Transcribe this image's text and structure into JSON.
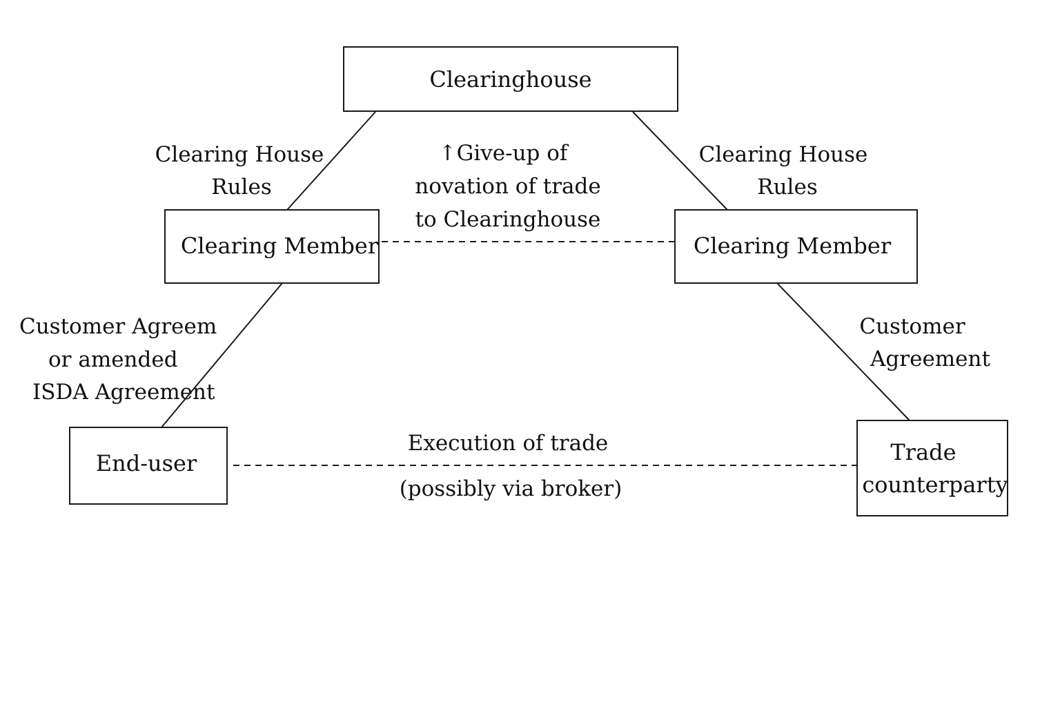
{
  "nodes": {
    "clearinghouse": {
      "label": "Clearinghouse"
    },
    "member_left": {
      "label": "Clearing Member"
    },
    "member_right": {
      "label": "Clearing Member"
    },
    "end_user": {
      "label": "End-user"
    },
    "counterparty": {
      "label_lines": [
        "Trade",
        "counterparty"
      ]
    }
  },
  "edges": {
    "rules_left": {
      "lines": [
        "Clearing House",
        "Rules"
      ]
    },
    "rules_right": {
      "lines": [
        "Clearing House",
        "Rules"
      ]
    },
    "giveup": {
      "lines": [
        "↑Give-up of",
        "novation of trade",
        "to Clearinghouse"
      ]
    },
    "customer_left": {
      "lines": [
        "Customer Agreem",
        "or amended",
        "ISDA Agreement"
      ]
    },
    "customer_right": {
      "lines": [
        "Customer",
        "Agreement"
      ]
    },
    "execution": {
      "lines": [
        "Execution of trade",
        "(possibly via broker)"
      ]
    }
  }
}
